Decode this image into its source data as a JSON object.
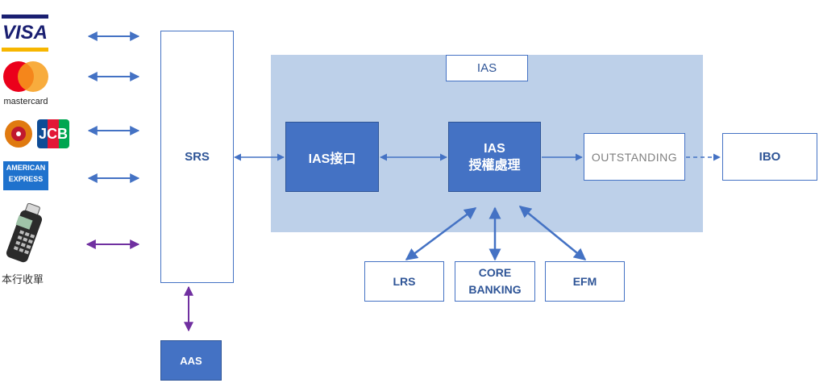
{
  "colors": {
    "accent": "#4472c4",
    "accent_dark": "#2f5597",
    "region_fill": "#bdd0e9",
    "terminal_link": "#7030a0"
  },
  "cards": {
    "visa": "VISA",
    "mastercard": "mastercard",
    "jcb": "JCB",
    "amex_line1": "AMERICAN",
    "amex_line2": "EXPRESS",
    "terminal_label": "本行收單"
  },
  "nodes": {
    "srs": "SRS",
    "aas": "AAS",
    "ias_region": "IAS",
    "ias_interface": "IAS接口",
    "ias_auth_line1": "IAS",
    "ias_auth_line2": "授權處理",
    "outstanding": "OUTSTANDING",
    "ibo": "IBO",
    "lrs": "LRS",
    "core_line1": "CORE",
    "core_line2": "BANKING",
    "efm": "EFM"
  }
}
